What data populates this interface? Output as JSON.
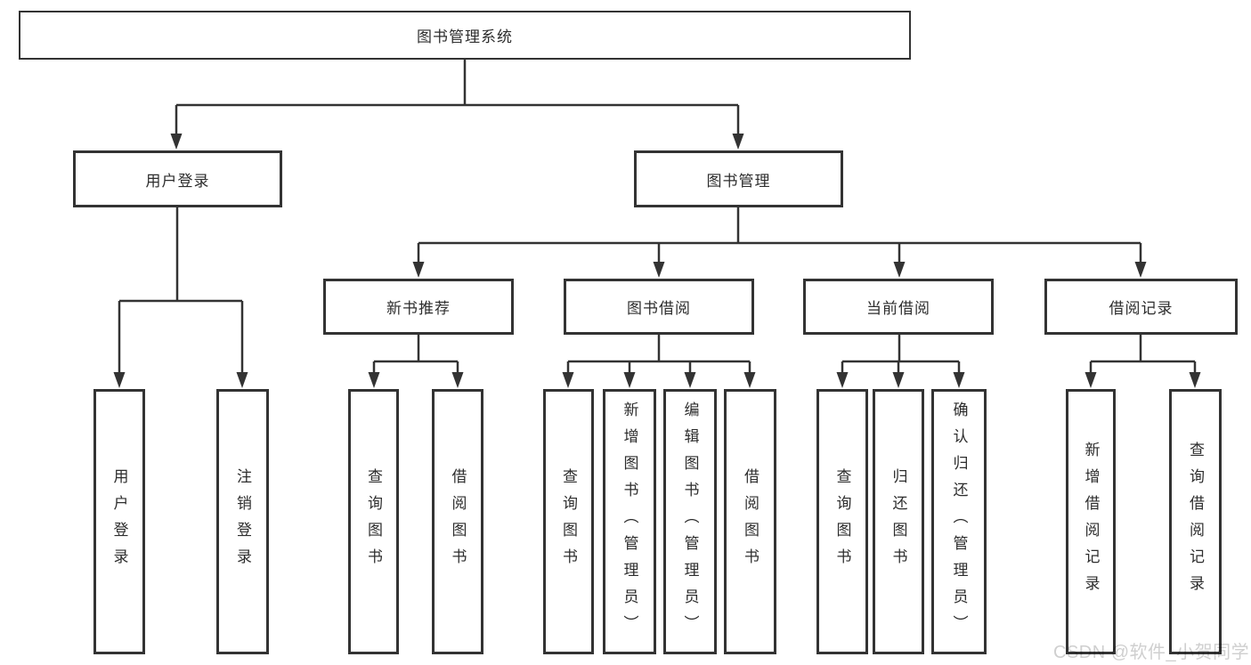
{
  "colors": {
    "line": "#333333",
    "text": "#2d2d2d",
    "background": "#ffffff",
    "watermark": "#cfcfcf"
  },
  "watermark": {
    "text": "CSDN @软件_小贺同学"
  },
  "nodes": {
    "root": {
      "label": "图书管理系统"
    },
    "user_login": {
      "label": "用户登录"
    },
    "book_management": {
      "label": "图书管理"
    },
    "new_book_recommend": {
      "label": "新书推荐"
    },
    "book_borrow": {
      "label": "图书借阅"
    },
    "current_borrow": {
      "label": "当前借阅"
    },
    "borrow_records": {
      "label": "借阅记录"
    },
    "leaf_user_login": {
      "label": "用户登录"
    },
    "leaf_logout": {
      "label": "注销登录"
    },
    "leaf_query_books_1": {
      "label": "查询图书"
    },
    "leaf_borrow_books_1": {
      "label": "借阅图书"
    },
    "leaf_query_books_2": {
      "label": "查询图书"
    },
    "leaf_add_books_admin": {
      "label": "新增图书（管理员）"
    },
    "leaf_edit_books_admin": {
      "label": "编辑图书（管理员）"
    },
    "leaf_borrow_books_2": {
      "label": "借阅图书"
    },
    "leaf_query_books_3": {
      "label": "查询图书"
    },
    "leaf_return_books": {
      "label": "归还图书"
    },
    "leaf_confirm_return_admin": {
      "label": "确认归还（管理员）"
    },
    "leaf_add_borrow_record": {
      "label": "新增借阅记录"
    },
    "leaf_query_borrow_record": {
      "label": "查询借阅记录"
    }
  }
}
